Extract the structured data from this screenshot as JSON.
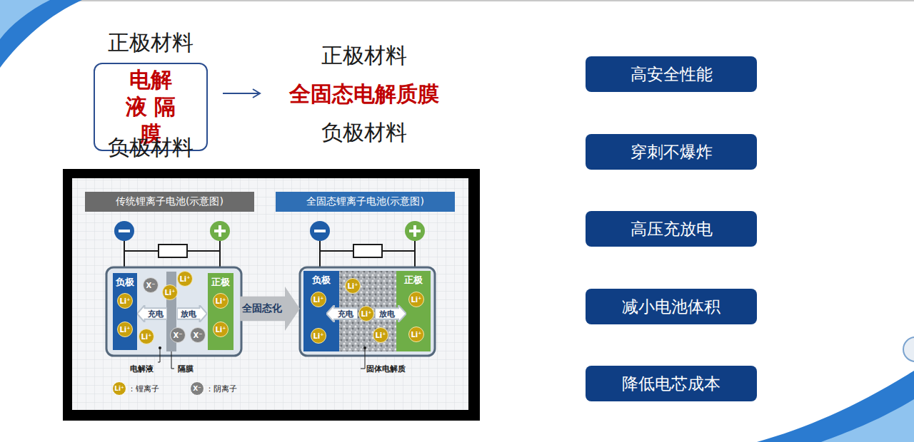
{
  "diagram": {
    "nodes": [
      {
        "text": [
          "电解液 隔膜"
        ]
      },
      {
        "text": [
          "高安全性能"
        ]
      },
      {
        "text": [
          "穿刺不爆炸"
        ]
      },
      {
        "text": [
          "高压充放电"
        ]
      },
      {
        "text": [
          "减小电池体积"
        ]
      },
      {
        "text": [
          "降低电芯成本"
        ]
      },
      {
        "text": [
          "传统锂离子电池(示意图)"
        ]
      },
      {
        "text": [
          "全固态锂离子电池(示意图)"
        ]
      },
      {
        "text": [
          "负极"
        ]
      },
      {
        "text": [
          "Li⁺"
        ],
        "in": 8
      },
      {
        "text": [
          "Li⁺"
        ],
        "in": 8
      },
      {
        "text": [
          "正极"
        ]
      },
      {
        "text": [
          "Li⁺"
        ],
        "in": 11
      },
      {
        "text": [
          "Li⁺"
        ],
        "in": 11
      },
      {
        "text": [
          "X⁻"
        ]
      },
      {
        "text": [
          "Li⁺"
        ]
      },
      {
        "text": [
          "Li⁺"
        ]
      },
      {
        "text": [
          "Li⁺"
        ]
      },
      {
        "text": [
          "X⁻"
        ]
      },
      {
        "text": [
          "X⁻"
        ]
      },
      {
        "text": [
          "充电"
        ]
      },
      {
        "text": [
          "放电"
        ]
      },
      {
        "text": [
          "全固态化"
        ]
      },
      {
        "text": [
          "负极"
        ]
      },
      {
        "text": [
          "Li⁺"
        ],
        "in": 23
      },
      {
        "text": [
          "Li⁺"
        ],
        "in": 23
      },
      {
        "text": [
          "正极"
        ]
      },
      {
        "text": [
          "Li⁺"
        ],
        "in": 26
      },
      {
        "text": [
          "Li⁺"
        ],
        "in": 26
      },
      {
        "text": [
          "Li⁺"
        ]
      },
      {
        "text": [
          "Li⁺"
        ]
      },
      {
        "text": [
          "Li⁺"
        ]
      },
      {
        "text": [
          "充电"
        ]
      },
      {
        "text": [
          "放电"
        ]
      }
    ],
    "labels": [
      "正极材料",
      "负极材料",
      "正极材料",
      "全固态电解质膜",
      "负极材料",
      "电解液",
      "隔膜",
      "固体电解质",
      "Li⁺",
      "X⁻"
    ],
    "legend": [
      {
        "text": "：锂离子",
        "color": "#c9a10e"
      },
      {
        "text": "：阴离子",
        "color": "#808080"
      }
    ]
  }
}
